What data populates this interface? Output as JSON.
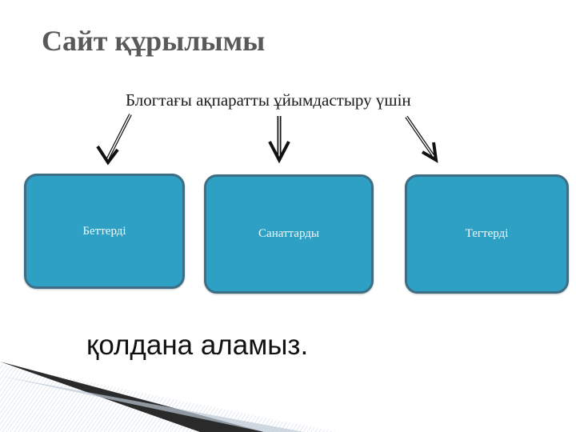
{
  "slide": {
    "title": "Сайт құрылымы",
    "subtitle": "Блогтағы ақпаратты ұйымдастыру үшін",
    "footer": "қолдана аламыз."
  },
  "diagram": {
    "boxes": [
      {
        "label": "Беттерді"
      },
      {
        "label": "Санаттарды"
      },
      {
        "label": "Тегтерді"
      }
    ],
    "colors": {
      "box_fill": "#2ea0c4",
      "box_border": "#3c6f86",
      "box_text": "#f2fbff",
      "title": "#595959",
      "arrow": "#111111"
    }
  }
}
